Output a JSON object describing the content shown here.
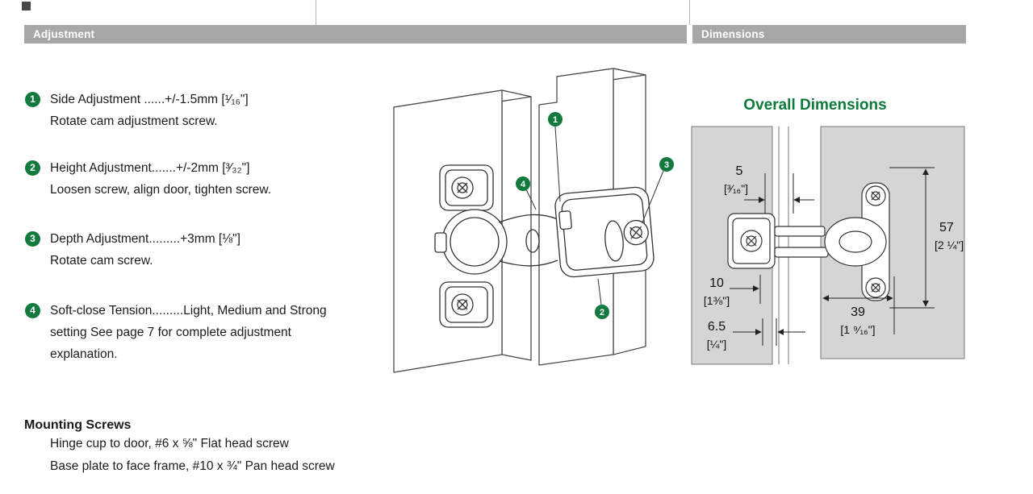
{
  "headers": {
    "left": "Adjustment",
    "right": "Dimensions"
  },
  "adjustments": {
    "items": [
      {
        "num": "1",
        "line1": "Side Adjustment ......+/-1.5mm [¹⁄₁₆\"]",
        "line2": "Rotate cam adjustment screw."
      },
      {
        "num": "2",
        "line1": "Height Adjustment.......+/-2mm [³⁄₃₂\"]",
        "line2": "Loosen screw, align door, tighten screw."
      },
      {
        "num": "3",
        "line1": "Depth Adjustment.........+3mm [⅛\"]",
        "line2": "Rotate cam screw."
      },
      {
        "num": "4",
        "line1": "Soft-close Tension.........Light, Medium and Strong",
        "line2": "setting See page 7 for complete adjustment",
        "line3": "explanation."
      }
    ]
  },
  "mounting": {
    "title": "Mounting Screws",
    "line1": "Hinge cup to door, #6 x ⅝\" Flat head screw",
    "line2": "Base plate to face frame, #10 x ¾\" Pan head screw"
  },
  "overall": {
    "title": "Overall Dimensions",
    "d5": {
      "mm": "5",
      "inch": "[³⁄₁₆\"]"
    },
    "d57": {
      "mm": "57",
      "inch": "[2 ¼\"]"
    },
    "d10": {
      "mm": "10",
      "inch": "[1⅜\"]"
    },
    "d65": {
      "mm": "6.5",
      "inch": "[¼\"]"
    },
    "d39": {
      "mm": "39",
      "inch": "[1 ⁹⁄₁₆\"]"
    }
  },
  "diagram": {
    "callouts": [
      "1",
      "2",
      "3",
      "4"
    ]
  },
  "colors": {
    "accent_green": "#127a3e",
    "header_gray": "#a7a7a7",
    "panel_gray": "#d5d5d5"
  }
}
